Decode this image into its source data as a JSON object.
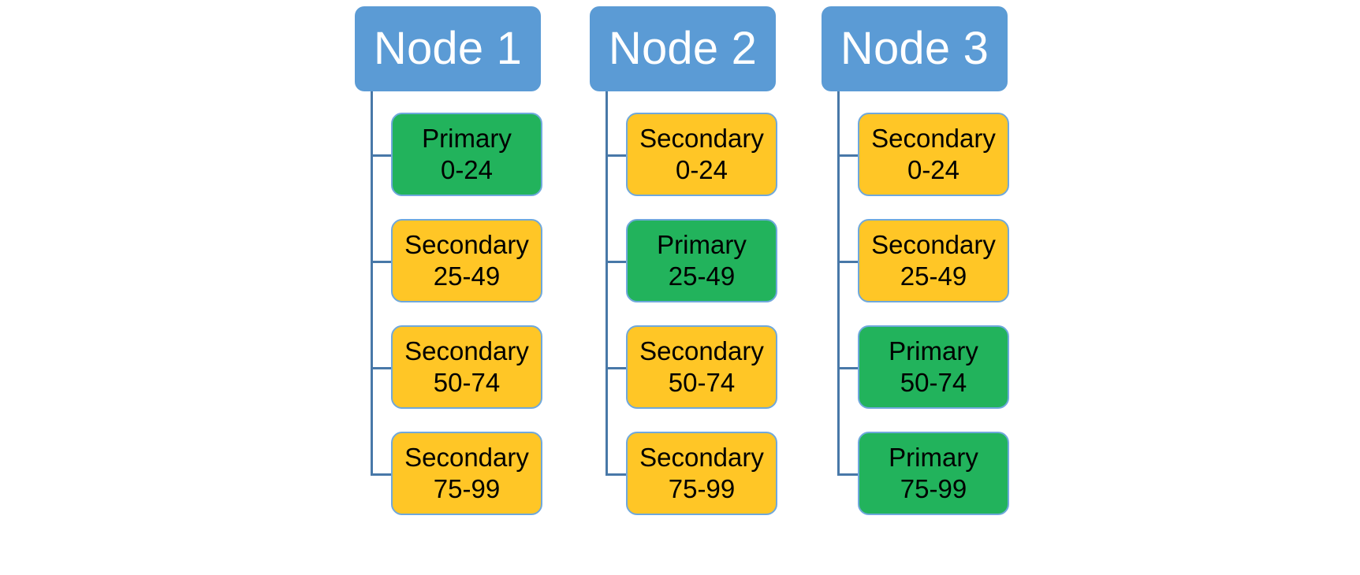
{
  "diagram": {
    "title_role_primary": "Primary",
    "title_role_secondary": "Secondary",
    "colors": {
      "header_blue": "#5B9BD5",
      "primary_green": "#22B35C",
      "secondary_yellow": "#FFC626",
      "border_blue": "#6FA8DC",
      "connector_blue": "#4878A8",
      "header_text": "#FFFFFF",
      "box_text": "#000000",
      "background": "#FFFFFF"
    },
    "shard_ranges": [
      "0-24",
      "25-49",
      "50-74",
      "75-99"
    ],
    "columns": [
      {
        "header": "Node 1",
        "items": [
          {
            "role": "Primary",
            "range": "0-24",
            "kind": "primary"
          },
          {
            "role": "Secondary",
            "range": "25-49",
            "kind": "secondary"
          },
          {
            "role": "Secondary",
            "range": "50-74",
            "kind": "secondary"
          },
          {
            "role": "Secondary",
            "range": "75-99",
            "kind": "secondary"
          }
        ]
      },
      {
        "header": "Node 2",
        "items": [
          {
            "role": "Secondary",
            "range": "0-24",
            "kind": "secondary"
          },
          {
            "role": "Primary",
            "range": "25-49",
            "kind": "primary"
          },
          {
            "role": "Secondary",
            "range": "50-74",
            "kind": "secondary"
          },
          {
            "role": "Secondary",
            "range": "75-99",
            "kind": "secondary"
          }
        ]
      },
      {
        "header": "Node 3",
        "items": [
          {
            "role": "Secondary",
            "range": "0-24",
            "kind": "secondary"
          },
          {
            "role": "Secondary",
            "range": "25-49",
            "kind": "secondary"
          },
          {
            "role": "Primary",
            "range": "50-74",
            "kind": "primary"
          },
          {
            "role": "Primary",
            "range": "75-99",
            "kind": "primary"
          }
        ]
      }
    ]
  }
}
